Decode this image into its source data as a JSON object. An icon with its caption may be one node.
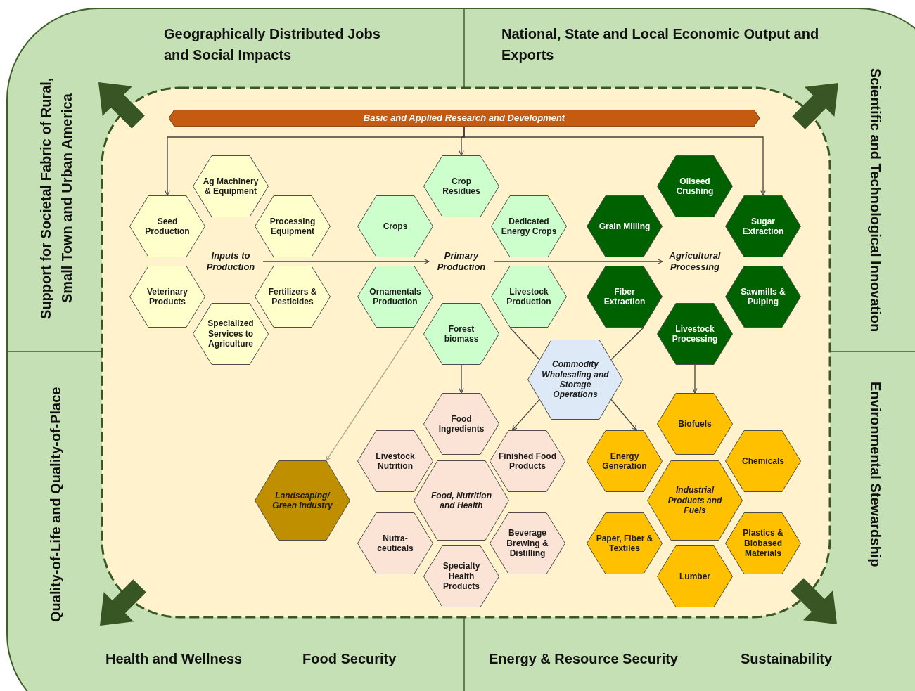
{
  "diagram": {
    "nodes": [
      {
        "text": [
          "Basic and Applied Research and Development"
        ]
      },
      {
        "text": [
          "Inputs to Production"
        ]
      },
      {
        "text": [
          "Ag Machinery & Equipment"
        ]
      },
      {
        "text": [
          "Seed Production"
        ]
      },
      {
        "text": [
          "Processing Equipment"
        ]
      },
      {
        "text": [
          "Veterinary Products"
        ]
      },
      {
        "text": [
          "Fertilizers & Pesticides"
        ]
      },
      {
        "text": [
          "Specialized Services to Agriculture"
        ]
      },
      {
        "text": [
          "Primary Production"
        ]
      },
      {
        "text": [
          "Crop Residues"
        ]
      },
      {
        "text": [
          "Crops"
        ]
      },
      {
        "text": [
          "Dedicated Energy Crops"
        ]
      },
      {
        "text": [
          "Ornamentals Production"
        ]
      },
      {
        "text": [
          "Livestock Production"
        ]
      },
      {
        "text": [
          "Forest biomass"
        ]
      },
      {
        "text": [
          "Agricultural Processing"
        ]
      },
      {
        "text": [
          "Oilseed Crushing"
        ]
      },
      {
        "text": [
          "Grain Milling"
        ]
      },
      {
        "text": [
          "Sugar Extraction"
        ]
      },
      {
        "text": [
          "Fiber Extraction"
        ]
      },
      {
        "text": [
          "Sawmills & Pulping"
        ]
      },
      {
        "text": [
          "Livestock Processing"
        ]
      },
      {
        "text": [
          "Commodity Wholesaling and Storage Operations"
        ]
      },
      {
        "text": [
          "Food Ingredients"
        ]
      },
      {
        "text": [
          "Livestock Nutrition"
        ]
      },
      {
        "text": [
          "Finished Food Products"
        ]
      },
      {
        "text": [
          "Food, Nutrition and Health"
        ]
      },
      {
        "text": [
          "Nutra-ceuticals"
        ]
      },
      {
        "text": [
          "Beverage Brewing & Distilling"
        ]
      },
      {
        "text": [
          "Specialty Health Products"
        ]
      },
      {
        "text": [
          "Landscaping/ Green Industry"
        ]
      },
      {
        "text": [
          "Biofuels"
        ]
      },
      {
        "text": [
          "Energy Generation"
        ]
      },
      {
        "text": [
          "Chemicals"
        ]
      },
      {
        "text": [
          "Industrial Products and Fuels"
        ]
      },
      {
        "text": [
          "Paper, Fiber & Textiles"
        ]
      },
      {
        "text": [
          "Plastics & Biobased Materials"
        ]
      },
      {
        "text": [
          "Lumber"
        ]
      }
    ],
    "edges": [
      {
        "from": 0,
        "to": 3,
        "arrow": "to"
      },
      {
        "from": 0,
        "to": 9,
        "arrow": "to"
      },
      {
        "from": 0,
        "to": 18,
        "arrow": "to"
      },
      {
        "from": 1,
        "to": 8,
        "arrow": "to"
      },
      {
        "from": 8,
        "to": 15,
        "arrow": "to"
      },
      {
        "from": 14,
        "to": 23,
        "arrow": "to"
      },
      {
        "from": 21,
        "to": 31,
        "arrow": "to"
      },
      {
        "from": 13,
        "to": 22,
        "arrow": "none"
      },
      {
        "from": 19,
        "to": 22,
        "arrow": "none"
      },
      {
        "from": 22,
        "to": 25,
        "arrow": "to"
      },
      {
        "from": 22,
        "to": 32,
        "arrow": "to"
      },
      {
        "from": 12,
        "to": 30,
        "arrow": "to",
        "color": "#a8a48c"
      }
    ],
    "labels": [
      "Geographically Distributed Jobs and Social Impacts",
      "National, State and Local Economic Output and Exports",
      "Support for Societal Fabric of Rural, Small Town and Urban America",
      "Scientific and Technological Innovation",
      "Quality-of-Life and Quality-of-Place",
      "Environmental Stewardship",
      "Health and Wellness",
      "Food Security",
      "Energy & Resource Security",
      "Sustainability"
    ]
  }
}
